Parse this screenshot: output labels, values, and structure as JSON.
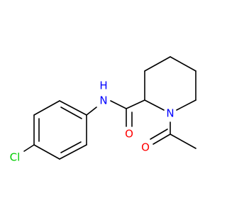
{
  "molecule": {
    "atoms": {
      "nitrogen_amide": {
        "label": "N",
        "color": "#0000ff"
      },
      "hydrogen_amide": {
        "label": "H",
        "color": "#0000ff"
      },
      "nitrogen_ring": {
        "label": "N",
        "color": "#0000ff"
      },
      "oxygen_amide": {
        "label": "O",
        "color": "#ff0000"
      },
      "oxygen_acetyl": {
        "label": "O",
        "color": "#ff0000"
      },
      "chlorine": {
        "label": "Cl",
        "color": "#00cc00"
      }
    },
    "bond_color": "#000000"
  }
}
